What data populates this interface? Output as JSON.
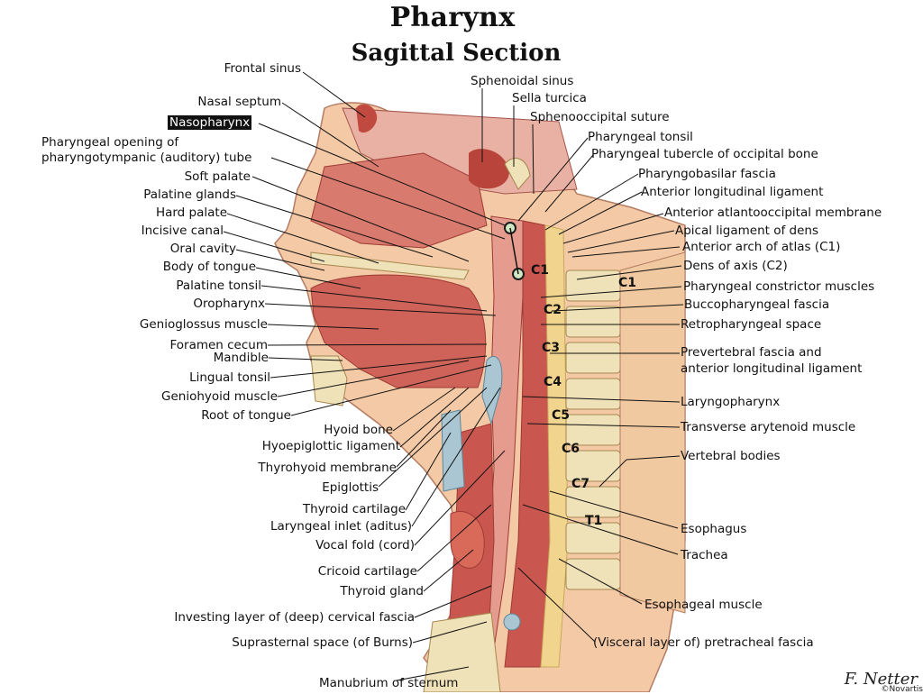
{
  "title": "Pharynx",
  "subtitle": "Sagittal Section",
  "labels_left": [
    "Frontal sinus",
    "Nasal septum",
    "Nasopharynx",
    "Pharyngeal opening of",
    "pharyngotympanic (auditory) tube",
    "Soft palate",
    "Palatine glands",
    "Hard palate",
    "Incisive canal",
    "Oral cavity",
    "Body of tongue",
    "Palatine tonsil",
    "Oropharynx",
    "Genioglossus muscle",
    "Foramen cecum",
    "Mandible",
    "Lingual tonsil",
    "Geniohyoid muscle",
    "Root of tongue",
    "Hyoid bone",
    "Hyoepiglottic ligament",
    "Thyrohyoid membrane",
    "Epiglottis",
    "Thyroid cartilage",
    "Laryngeal inlet (aditus)",
    "Vocal fold (cord)",
    "Cricoid cartilage",
    "Thyroid gland",
    "Investing layer of (deep) cervical fascia",
    "Suprasternal space (of Burns)",
    "Manubrium of sternum"
  ],
  "labels_right": [
    "Sphenoidal sinus",
    "Sella turcica",
    "Sphenooccipital suture",
    "Pharyngeal tonsil",
    "Pharyngeal tubercle of occipital bone",
    "Pharyngobasilar fascia",
    "Anterior longitudinal ligament",
    "Anterior atlantooccipital membrane",
    "Apical ligament of dens",
    "Anterior arch of atlas (C1)",
    "Dens of axis (C2)",
    "Pharyngeal constrictor muscles",
    "Buccopharyngeal fascia",
    "Retropharyngeal space",
    "Prevertebral fascia and",
    "anterior longitudinal ligament",
    "Laryngopharynx",
    "Transverse arytenoid muscle",
    "Vertebral bodies",
    "Esophagus",
    "Trachea",
    "Esophageal muscle",
    "(Visceral layer of) pretracheal fascia"
  ],
  "vertebrae": [
    "C1",
    "C1",
    "C2",
    "C3",
    "C4",
    "C5",
    "C6",
    "C7",
    "T1"
  ],
  "signature": "F. Netter",
  "signature_sub": "©Novartis",
  "colors": {
    "muscle": "#c9574f",
    "muscle_dark": "#9e3b35",
    "mucosa": "#e59b8e",
    "skin": "#f3c9a6",
    "fat": "#f1d48e",
    "bone": "#efe1b8",
    "cartilage": "#a9c6d2",
    "brain": "#e9b0a4"
  }
}
